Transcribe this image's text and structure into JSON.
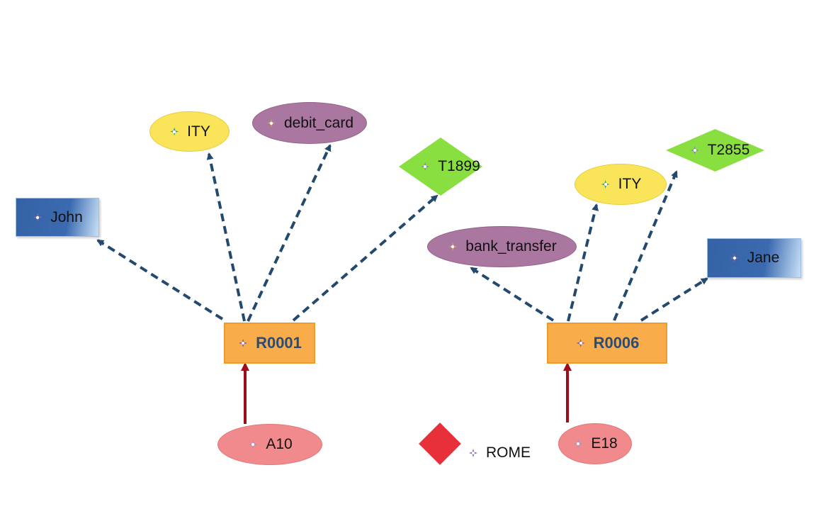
{
  "colors": {
    "edge_dashed": "#23496e",
    "edge_solid": "#9c0f1a",
    "record_fill": "#f9ad4a",
    "record_text": "#2a4d77",
    "person_fill": "#3562a5",
    "ellipse_yellow": "#f9e45a",
    "ellipse_purple": "#a9779f",
    "ellipse_pink": "#f18a8c",
    "diamond_green": "#88df3f",
    "legend_diamond": "#e8303a"
  },
  "nodes": {
    "john": {
      "label": "John",
      "icon": "sparkle-icon"
    },
    "ity_1": {
      "label": "ITY",
      "icon": "sparkle-icon"
    },
    "debit_card": {
      "label": "debit_card",
      "icon": "sparkle-icon"
    },
    "t1899": {
      "label": "T1899",
      "icon": "sparkle-icon"
    },
    "r0001": {
      "label": "R0001",
      "icon": "sparkle-icon"
    },
    "a10": {
      "label": "A10",
      "icon": "sparkle-icon"
    },
    "bank_transfer": {
      "label": "bank_transfer",
      "icon": "sparkle-icon"
    },
    "ity_2": {
      "label": "ITY",
      "icon": "sparkle-icon"
    },
    "t2855": {
      "label": "T2855",
      "icon": "sparkle-icon"
    },
    "jane": {
      "label": "Jane",
      "icon": "sparkle-icon"
    },
    "r0006": {
      "label": "R0006",
      "icon": "sparkle-icon"
    },
    "e18": {
      "label": "E18",
      "icon": "sparkle-icon"
    }
  },
  "legend": {
    "label": "ROME",
    "icon": "sparkle-icon"
  },
  "edges": [
    {
      "from": "r0001",
      "to": "john",
      "style": "dashed"
    },
    {
      "from": "r0001",
      "to": "ity_1",
      "style": "dashed"
    },
    {
      "from": "r0001",
      "to": "debit_card",
      "style": "dashed"
    },
    {
      "from": "r0001",
      "to": "t1899",
      "style": "dashed"
    },
    {
      "from": "a10",
      "to": "r0001",
      "style": "solid"
    },
    {
      "from": "r0006",
      "to": "bank_transfer",
      "style": "dashed"
    },
    {
      "from": "r0006",
      "to": "ity_2",
      "style": "dashed"
    },
    {
      "from": "r0006",
      "to": "t2855",
      "style": "dashed"
    },
    {
      "from": "r0006",
      "to": "jane",
      "style": "dashed"
    },
    {
      "from": "e18",
      "to": "r0006",
      "style": "solid"
    }
  ]
}
